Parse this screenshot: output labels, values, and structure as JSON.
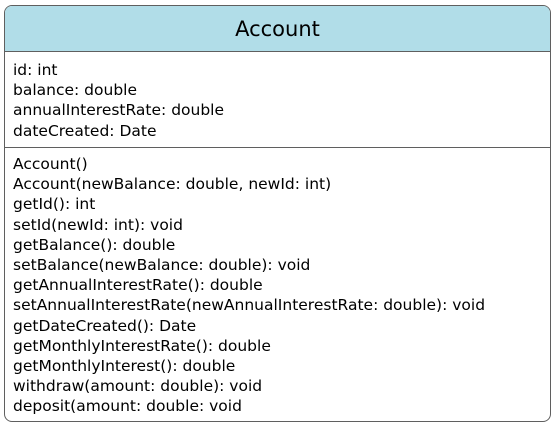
{
  "class": {
    "name": "Account",
    "header_color": "#b1dde8",
    "border_color": "#5f5f5f",
    "attributes": [
      "id: int",
      "balance: double",
      "annualInterestRate: double",
      "dateCreated: Date"
    ],
    "operations": [
      "Account()",
      "Account(newBalance: double, newId: int)",
      "getId(): int",
      "setId(newId: int): void",
      "getBalance(): double",
      "setBalance(newBalance: double): void",
      "getAnnualInterestRate(): double",
      "setAnnualInterestRate(newAnnualInterestRate: double): void",
      "getDateCreated(): Date",
      "getMonthlyInterestRate(): double",
      "getMonthlyInterest(): double",
      "withdraw(amount: double): void",
      "deposit(amount: double: void"
    ]
  }
}
